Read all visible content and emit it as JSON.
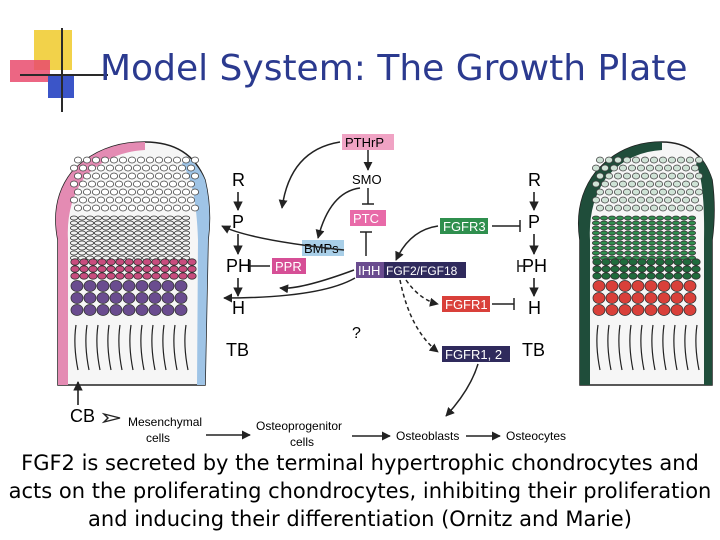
{
  "title": "Model System: The Growth Plate",
  "diagram": {
    "zones_left": [
      "R",
      "P",
      "PH",
      "H",
      "TB"
    ],
    "zones_right": [
      "R",
      "P",
      "PH",
      "H",
      "TB"
    ],
    "signals": {
      "pthrp": "PTHrP",
      "smo": "SMO",
      "ptc": "PTC",
      "bmps": "BMPs",
      "ppr": "PPR",
      "ihh": "IHH",
      "fgf2_fgf18": "FGF2/FGF18",
      "fgfr3": "FGFR3",
      "fgfr1": "FGFR1",
      "fgfr1_2": "FGFR1, 2",
      "question": "?"
    },
    "lineage": {
      "cb": "CB",
      "mesenchymal_1": "Mesenchymal",
      "mesenchymal_2": "cells",
      "osteoprogenitor_1": "Osteoprogenitor",
      "osteoprogenitor_2": "cells",
      "osteoblasts": "Osteoblasts",
      "osteocytes": "Osteocytes"
    },
    "colors": {
      "pthrp_box": "#f0a3c4",
      "ptc_box": "#e86aa8",
      "bmps_box": "#a9cfe8",
      "ppr_box": "#d64f96",
      "ihh_box": "#6a4c8f",
      "fgf_box": "#2f2a5c",
      "fgfr3_box": "#2f8f4e",
      "fgfr1_box": "#d9403a",
      "fgfr12_box": "#2f2a5c"
    }
  },
  "caption": "FGF2 is secreted by the terminal hypertrophic chondrocytes and acts on the proliferating chondrocytes, inhibiting their proliferation and inducing their differentiation (Ornitz and Marie)"
}
